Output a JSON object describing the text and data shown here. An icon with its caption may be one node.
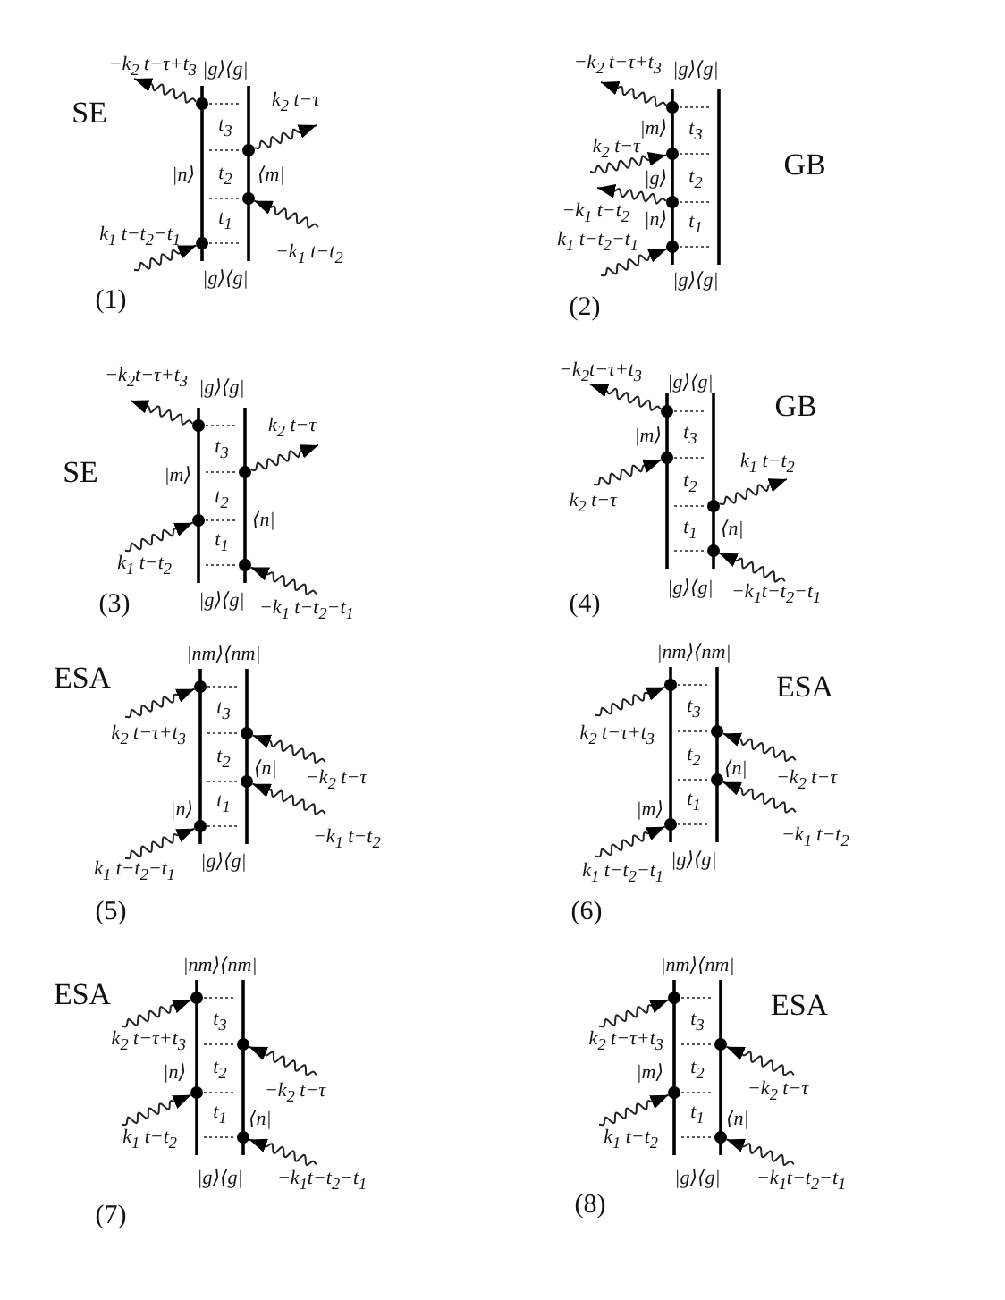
{
  "diagram": {
    "nodes": [
      {
        "text": [],
        "shape": "bar"
      },
      {
        "text": [],
        "shape": "bar"
      },
      {
        "text": [],
        "shape": "bar"
      },
      {
        "text": [],
        "shape": "bar"
      },
      {
        "text": [],
        "shape": "bar"
      },
      {
        "text": [],
        "shape": "bar"
      },
      {
        "text": [],
        "shape": "bar"
      },
      {
        "text": [],
        "shape": "bar"
      },
      {
        "text": [],
        "shape": "bar"
      },
      {
        "text": [],
        "shape": "bar"
      },
      {
        "text": [],
        "shape": "bar"
      },
      {
        "text": [],
        "shape": "bar"
      },
      {
        "text": [],
        "shape": "bar"
      },
      {
        "text": [],
        "shape": "bar"
      },
      {
        "text": [],
        "shape": "bar"
      },
      {
        "text": [],
        "shape": "bar"
      }
    ],
    "edges": [
      {
        "from": 0,
        "to": null,
        "arrow": "to",
        "label": "−k$_{2}$ t−τ+t$_{3}$"
      },
      {
        "from": 1,
        "to": null,
        "arrow": "to",
        "label": "k$_{2}$ t−τ"
      },
      {
        "from": null,
        "to": 1,
        "arrow": "to",
        "label": "−k$_{1}$ t−t$_{2}$"
      },
      {
        "from": null,
        "to": 0,
        "arrow": "to",
        "label": "k$_{1}$ t−t$_{2}$−t$_{1}$"
      },
      {
        "from": 2,
        "to": null,
        "arrow": "to",
        "label": "−k$_{2}$ t−τ+t$_{3}$"
      },
      {
        "from": null,
        "to": 2,
        "arrow": "to",
        "label": "k$_{2}$ t−τ"
      },
      {
        "from": 2,
        "to": null,
        "arrow": "to",
        "label": "−k$_{1}$ t−t$_{2}$"
      },
      {
        "from": null,
        "to": 2,
        "arrow": "to",
        "label": "k$_{1}$ t−t$_{2}$−t$_{1}$"
      },
      {
        "from": 4,
        "to": null,
        "arrow": "to",
        "label": "−k$_{2}$t−τ+t$_{3}$"
      },
      {
        "from": 5,
        "to": null,
        "arrow": "to",
        "label": "k$_{2}$ t−τ"
      },
      {
        "from": null,
        "to": 4,
        "arrow": "to",
        "label": "k$_{1}$ t−t$_{2}$"
      },
      {
        "from": null,
        "to": 5,
        "arrow": "to",
        "label": "−k$_{1}$ t−t$_{2}$−t$_{1}$"
      },
      {
        "from": 6,
        "to": null,
        "arrow": "to",
        "label": "−k$_{2}$t−τ+t$_{3}$"
      },
      {
        "from": null,
        "to": 6,
        "arrow": "to",
        "label": "k$_{2}$ t−τ"
      },
      {
        "from": 7,
        "to": null,
        "arrow": "to",
        "label": "k$_{1}$ t−t$_{2}$"
      },
      {
        "from": null,
        "to": 7,
        "arrow": "to",
        "label": "−k$_{1}$t−t$_{2}$−t$_{1}$"
      },
      {
        "from": null,
        "to": 8,
        "arrow": "to",
        "label": "k$_{2}$ t−τ+t$_{3}$"
      },
      {
        "from": null,
        "to": 9,
        "arrow": "to",
        "label": "−k$_{2}$ t−τ"
      },
      {
        "from": null,
        "to": 9,
        "arrow": "to",
        "label": "−k$_{1}$ t−t$_{2}$"
      },
      {
        "from": null,
        "to": 8,
        "arrow": "to",
        "label": "k$_{1}$ t−t$_{2}$−t$_{1}$"
      },
      {
        "from": null,
        "to": 10,
        "arrow": "to",
        "label": "k$_{2}$ t−τ+t$_{3}$"
      },
      {
        "from": null,
        "to": 11,
        "arrow": "to",
        "label": "−k$_{2}$ t−τ"
      },
      {
        "from": null,
        "to": 11,
        "arrow": "to",
        "label": "−k$_{1}$ t−t$_{2}$"
      },
      {
        "from": null,
        "to": 10,
        "arrow": "to",
        "label": "k$_{1}$ t−t$_{2}$−t$_{1}$"
      },
      {
        "from": null,
        "to": 12,
        "arrow": "to",
        "label": "k$_{2}$ t−τ+t$_{3}$"
      },
      {
        "from": null,
        "to": 13,
        "arrow": "to",
        "label": "−k$_{2}$ t−τ"
      },
      {
        "from": null,
        "to": 12,
        "arrow": "to",
        "label": "k$_{1}$ t−t$_{2}$"
      },
      {
        "from": null,
        "to": 13,
        "arrow": "to",
        "label": "−k$_{1}$t−t$_{2}$−t$_{1}$"
      },
      {
        "from": null,
        "to": 14,
        "arrow": "to",
        "label": "k$_{2}$ t−τ+t$_{3}$"
      },
      {
        "from": null,
        "to": 15,
        "arrow": "to",
        "label": "−k$_{2}$ t−τ"
      },
      {
        "from": null,
        "to": 14,
        "arrow": "to",
        "label": "k$_{1}$ t−t$_{2}$"
      },
      {
        "from": null,
        "to": 15,
        "arrow": "to",
        "label": "−k$_{1}$t−t$_{2}$−t$_{1}$"
      },
      {
        "from": 0,
        "to": 1,
        "arrow": "none",
        "style": "dashed"
      },
      {
        "from": 0,
        "to": 1,
        "arrow": "none",
        "style": "dashed"
      },
      {
        "from": 0,
        "to": 1,
        "arrow": "none",
        "style": "dashed"
      },
      {
        "from": 0,
        "to": 1,
        "arrow": "none",
        "style": "dashed"
      },
      {
        "from": 2,
        "to": 3,
        "arrow": "none",
        "style": "dashed"
      },
      {
        "from": 2,
        "to": 3,
        "arrow": "none",
        "style": "dashed"
      },
      {
        "from": 2,
        "to": 3,
        "arrow": "none",
        "style": "dashed"
      },
      {
        "from": 2,
        "to": 3,
        "arrow": "none",
        "style": "dashed"
      },
      {
        "from": 4,
        "to": 5,
        "arrow": "none",
        "style": "dashed"
      },
      {
        "from": 4,
        "to": 5,
        "arrow": "none",
        "style": "dashed"
      },
      {
        "from": 4,
        "to": 5,
        "arrow": "none",
        "style": "dashed"
      },
      {
        "from": 4,
        "to": 5,
        "arrow": "none",
        "style": "dashed"
      },
      {
        "from": 6,
        "to": 7,
        "arrow": "none",
        "style": "dashed"
      },
      {
        "from": 6,
        "to": 7,
        "arrow": "none",
        "style": "dashed"
      },
      {
        "from": 6,
        "to": 7,
        "arrow": "none",
        "style": "dashed"
      },
      {
        "from": 6,
        "to": 7,
        "arrow": "none",
        "style": "dashed"
      },
      {
        "from": 8,
        "to": 9,
        "arrow": "none",
        "style": "dashed"
      },
      {
        "from": 8,
        "to": 9,
        "arrow": "none",
        "style": "dashed"
      },
      {
        "from": 8,
        "to": 9,
        "arrow": "none",
        "style": "dashed"
      },
      {
        "from": 8,
        "to": 9,
        "arrow": "none",
        "style": "dashed"
      },
      {
        "from": 10,
        "to": 11,
        "arrow": "none",
        "style": "dashed"
      },
      {
        "from": 10,
        "to": 11,
        "arrow": "none",
        "style": "dashed"
      },
      {
        "from": 10,
        "to": 11,
        "arrow": "none",
        "style": "dashed"
      },
      {
        "from": 10,
        "to": 11,
        "arrow": "none",
        "style": "dashed"
      },
      {
        "from": 12,
        "to": 13,
        "arrow": "none",
        "style": "dashed"
      },
      {
        "from": 12,
        "to": 13,
        "arrow": "none",
        "style": "dashed"
      },
      {
        "from": 12,
        "to": 13,
        "arrow": "none",
        "style": "dashed"
      },
      {
        "from": 12,
        "to": 13,
        "arrow": "none",
        "style": "dashed"
      },
      {
        "from": 14,
        "to": 15,
        "arrow": "none",
        "style": "dashed"
      },
      {
        "from": 14,
        "to": 15,
        "arrow": "none",
        "style": "dashed"
      },
      {
        "from": 14,
        "to": 15,
        "arrow": "none",
        "style": "dashed"
      },
      {
        "from": 14,
        "to": 15,
        "arrow": "none",
        "style": "dashed"
      }
    ],
    "labels": [
      "SE",
      "|g⟩⟨g|",
      "t$_{3}$",
      "|n⟩",
      "t$_{2}$",
      "⟨m|",
      "t$_{1}$",
      "(1)",
      "|g⟩⟨g|",
      "|g⟩⟨g|",
      "|m⟩",
      "t$_{3}$",
      "GB",
      "|g⟩",
      "t$_{2}$",
      "|n⟩",
      "t$_{1}$",
      "|g⟩⟨g|",
      "(2)",
      "|g⟩⟨g|",
      "t$_{3}$",
      "SE",
      "|m⟩",
      "t$_{2}$",
      "⟨n|",
      "t$_{1}$",
      "(3)",
      "|g⟩⟨g|",
      "|g⟩⟨g|",
      "GB",
      "|m⟩",
      "t$_{3}$",
      "t$_{2}$",
      "t$_{1}$",
      "⟨n|",
      "(4)",
      "|g⟩⟨g|",
      "ESA",
      "|nm⟩⟨nm|",
      "t$_{3}$",
      "t$_{2}$",
      "⟨n|",
      "|n⟩",
      "t$_{1}$",
      "|g⟩⟨g|",
      "(5)",
      "|nm⟩⟨nm|",
      "ESA",
      "t$_{3}$",
      "t$_{2}$",
      "⟨n|",
      "|m⟩",
      "t$_{1}$",
      "|g⟩⟨g|",
      "(6)",
      "|nm⟩⟨nm|",
      "ESA",
      "t$_{3}$",
      "|n⟩",
      "t$_{2}$",
      "t$_{1}$",
      "⟨n|",
      "|g⟩⟨g|",
      "(7)",
      "|nm⟩⟨nm|",
      "ESA",
      "t$_{3}$",
      "|m⟩",
      "t$_{2}$",
      "t$_{1}$",
      "⟨n|",
      "|g⟩⟨g|",
      "(8)"
    ]
  }
}
